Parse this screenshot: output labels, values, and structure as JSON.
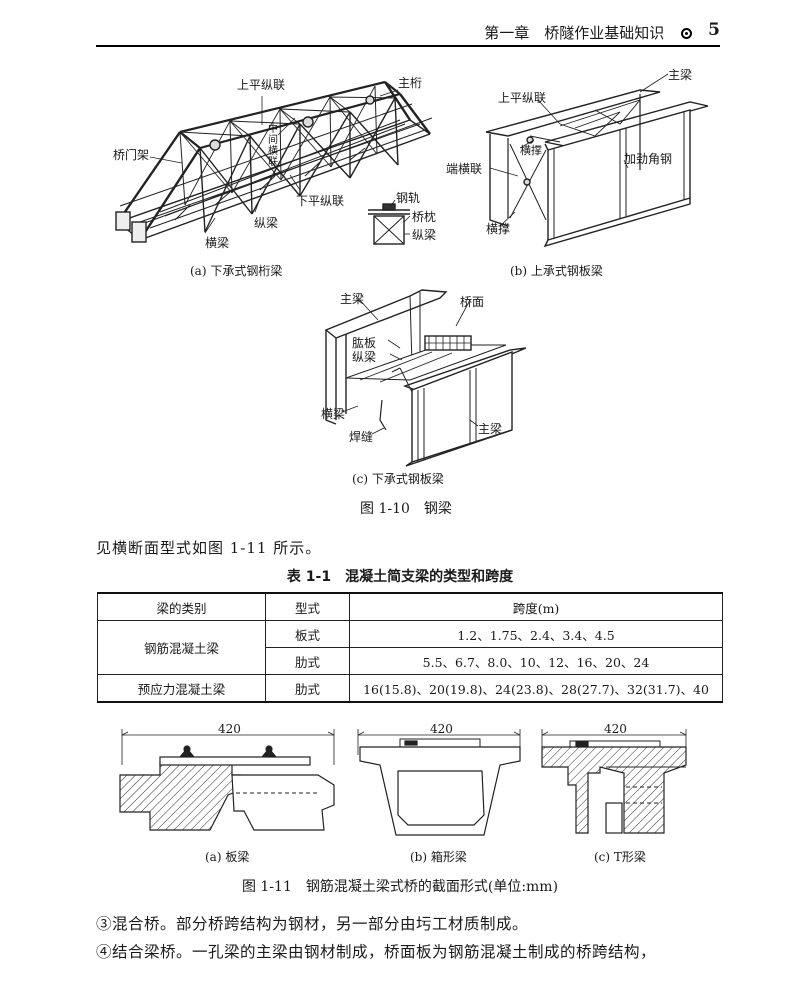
{
  "header": {
    "chapter": "第一章　桥隧作业基础知识",
    "page_number": "5"
  },
  "figure_1_10": {
    "title": "图 1-10　钢梁",
    "panel_a": {
      "caption": "(a)  下承式钢桁梁",
      "labels": {
        "upper_lateral": "上平纵联",
        "main_truss": "主桁",
        "portal": "桥门架",
        "middle_sway": "中间横联",
        "lower_lateral": "下平纵联",
        "stringer": "纵梁",
        "floor_beam": "横梁",
        "rail": "钢轨",
        "tie": "桥枕",
        "stringer2": "纵梁"
      }
    },
    "panel_b": {
      "caption": "(b)  上承式钢板梁",
      "labels": {
        "main_girder": "主梁",
        "upper_lateral": "上平纵联",
        "cross_brace_top": "横撑",
        "stiffener": "加劲角钢",
        "end_sway": "端横联",
        "cross_brace": "横撑"
      }
    },
    "panel_c": {
      "caption": "(c)  下承式钢板梁",
      "labels": {
        "main_girder_top": "主梁",
        "deck": "桥面",
        "web_plate": "肱板",
        "stringer": "纵梁",
        "floor_beam": "横梁",
        "weld": "焊缝",
        "main_girder": "主梁"
      }
    }
  },
  "intro_line": "见横断面型式如图 1-11 所示。",
  "table_1_1": {
    "title": "表 1-1　混凝土简支梁的类型和跨度",
    "headers": [
      "梁的类别",
      "型式",
      "跨度(m)"
    ],
    "rows": [
      {
        "category": "钢筋混凝土梁",
        "type": "板式",
        "span": "1.2、1.75、2.4、3.4、4.5"
      },
      {
        "category": "",
        "type": "肋式",
        "span": "5.5、6.7、8.0、10、12、16、20、24"
      },
      {
        "category": "预应力混凝土梁",
        "type": "肋式",
        "span": "16(15.8)、20(19.8)、24(23.8)、28(27.7)、32(31.7)、40"
      }
    ]
  },
  "figure_1_11": {
    "title": "图 1-11　钢筋混凝土梁式桥的截面形式(单位:mm)",
    "dim_label": "420",
    "captions": [
      "(a)  板梁",
      "(b)  箱形梁",
      "(c)  T形梁"
    ]
  },
  "paragraphs": [
    "③混合桥。部分桥跨结构为钢材，另一部分由圬工材质制成。",
    "④结合梁桥。一孔梁的主梁由钢材制成，桥面板为钢筋混凝土制成的桥跨结构，"
  ]
}
